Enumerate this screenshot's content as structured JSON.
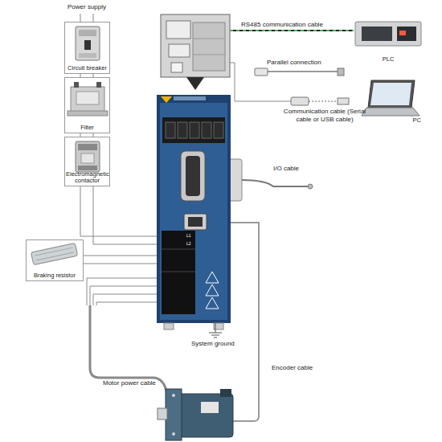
{
  "diagram": {
    "nodes": [
      {
        "text": [
          "Circuit breaker"
        ]
      },
      {
        "text": [
          "Filter"
        ]
      },
      {
        "text": [
          "Electromagnetic contactor"
        ]
      },
      {
        "text": [
          "Braking resistor"
        ]
      },
      {
        "text": [
          "PLC"
        ]
      },
      {
        "text": [
          "PC"
        ]
      }
    ],
    "edges": [
      {
        "from": 0,
        "to": 1,
        "arrow": "none"
      },
      {
        "from": 1,
        "to": 2,
        "arrow": "none"
      }
    ],
    "labels": [
      "Power supply",
      "RS485 communication cable",
      "Parallel connection",
      "Communication cable (Serial cable or USB cable)",
      "I/O cable",
      "System ground",
      "Encoder cable",
      "Motor power cable",
      "L1",
      "L2"
    ]
  }
}
